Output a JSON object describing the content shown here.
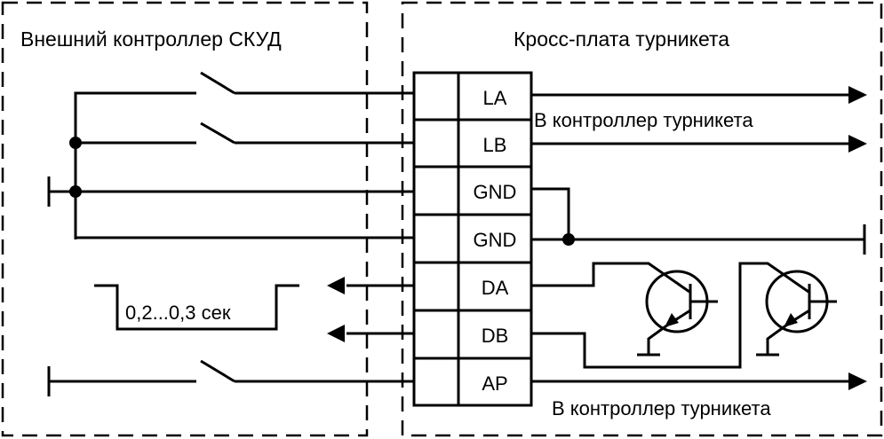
{
  "diagram": {
    "left_box": {
      "title": "Внешний контроллер СКУД"
    },
    "right_box": {
      "title": "Кросс-плата турникета"
    },
    "terminals": [
      {
        "label": "LA"
      },
      {
        "label": "LB"
      },
      {
        "label": "GND"
      },
      {
        "label": "GND"
      },
      {
        "label": "DA"
      },
      {
        "label": "DB"
      },
      {
        "label": "AP"
      }
    ],
    "pulse_label": "0,2...0,3 сек",
    "output_labels": {
      "lalb": "В контроллер турникета",
      "ap": "В контроллер турникета"
    },
    "components": {
      "switches": [
        "switch-la",
        "switch-lb",
        "switch-ap"
      ],
      "transistors": [
        "transistor-da",
        "transistor-db"
      ],
      "grounds": [
        "ground-left-gnd",
        "ground-left-ap",
        "ground-right-gnd"
      ]
    },
    "colors": {
      "line": "#000000",
      "background": "#ffffff"
    }
  }
}
